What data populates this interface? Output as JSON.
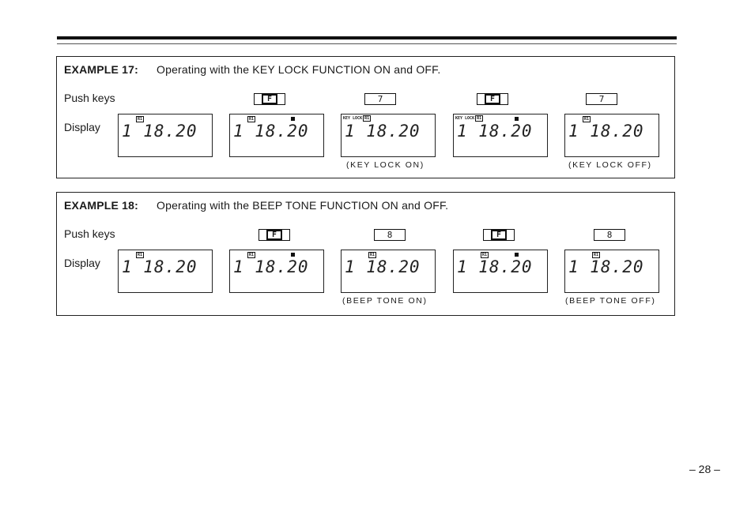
{
  "example17": {
    "label": "EXAMPLE 17:",
    "title": "Operating with the KEY LOCK FUNCTION ON and OFF.",
    "push_keys_label": "Push keys",
    "display_label": "Display",
    "keys": [
      "F",
      "7",
      "F",
      "7"
    ],
    "displays": [
      {
        "indicator": "R1",
        "reading": "1 18.20"
      },
      {
        "indicator": "R1",
        "f_indicator": true,
        "reading": "1 18.20"
      },
      {
        "key_lock": "KEY LOCK",
        "indicator": "R1",
        "reading": "1 18.20"
      },
      {
        "key_lock": "KEY LOCK",
        "indicator": "R1",
        "f_indicator": true,
        "reading": "1 18.20"
      },
      {
        "indicator": "R1",
        "reading": "1 18.20"
      }
    ],
    "captions": [
      "(KEY LOCK ON)",
      "(KEY LOCK OFF)"
    ]
  },
  "example18": {
    "label": "EXAMPLE 18:",
    "title": "Operating with the BEEP TONE FUNCTION ON and OFF.",
    "push_keys_label": "Push keys",
    "display_label": "Display",
    "keys": [
      "F",
      "8",
      "F",
      "8"
    ],
    "displays": [
      {
        "indicator": "R1",
        "reading": "1 18.20"
      },
      {
        "indicator": "R1",
        "f_indicator": true,
        "reading": "1 18.20"
      },
      {
        "indicator": "R1",
        "reading": "1 18.20"
      },
      {
        "indicator": "R1",
        "f_indicator": true,
        "reading": "1 18.20"
      },
      {
        "indicator": "R1",
        "reading": "1 18.20"
      }
    ],
    "captions": [
      "(BEEP TONE ON)",
      "(BEEP TONE OFF)"
    ]
  },
  "page_number": "– 28 –"
}
